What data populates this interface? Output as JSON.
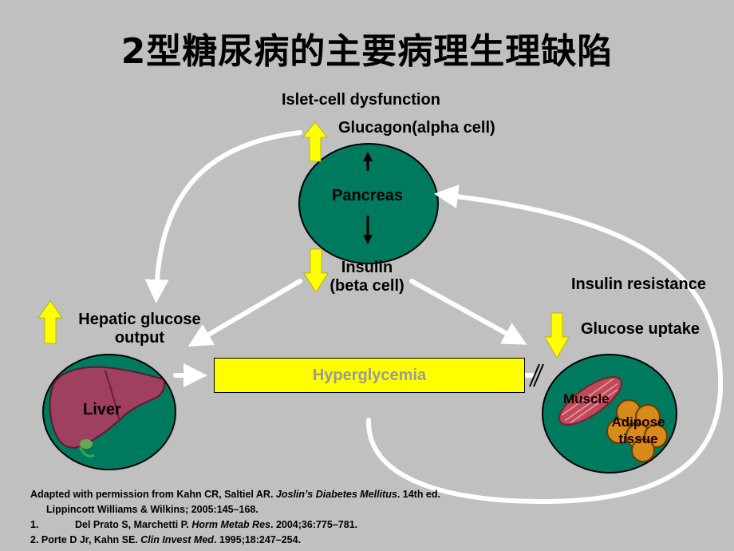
{
  "title": "2型糖尿病的主要病理生理缺陷",
  "labels": {
    "islet": "Islet-cell dysfunction",
    "glucagon": "Glucagon(alpha cell)",
    "pancreas": "Pancreas",
    "insulin_line1": "Insulin",
    "insulin_line2": "(beta cell)",
    "insulin_resistance": "Insulin resistance",
    "hepatic_line1": "Hepatic glucose",
    "hepatic_line2": "output",
    "glucose_uptake": "Glucose uptake",
    "hyperglycemia": "Hyperglycemia",
    "liver": "Liver",
    "muscle": "Muscle",
    "adipose_line1": "Adipose",
    "adipose_line2": "tissue"
  },
  "references": {
    "line1_pre": "Adapted with permission from Kahn CR, Saltiel AR. ",
    "line1_italic": "Joslin’s Diabetes Mellitus",
    "line1_post": ". 14th ed.",
    "line2": "Lippincott Williams & Wilkins; 2005:145–168.",
    "ref1_num": "1.",
    "ref1_pre": "Del Prato S, Marchetti P. ",
    "ref1_italic": "Horm Metab Res",
    "ref1_post": ". 2004;36:775–781.",
    "ref2_pre": " 2. Porte D Jr, Kahn SE. ",
    "ref2_italic": "Clin Invest Med",
    "ref2_post": ". 1995;18:247–254."
  },
  "colors": {
    "background": "#c0c0c0",
    "organ_fill": "#007a5e",
    "arrow_yellow": "#ffff00",
    "hyperglycemia_box": "#ffff00",
    "flow_arrows": "#ffffff"
  }
}
